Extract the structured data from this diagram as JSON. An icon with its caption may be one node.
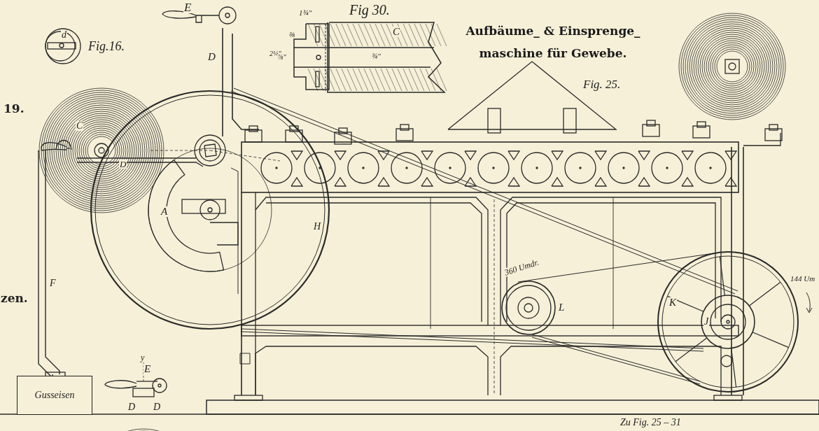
{
  "diagram": {
    "title": "Aufbäume_ & Einsprenge_ maschine für Gewebe.",
    "nodes": [
      {
        "text": [
          "Gusseisen"
        ]
      }
    ],
    "labels": [
      "E",
      "Fig 30.",
      "1¾\"",
      "⅜",
      "C",
      "D",
      "Fig.16.",
      "d",
      "2¼\"",
      "⅞\"",
      "¾\"",
      "Fig. 25.",
      "19.",
      "C",
      "D",
      "A",
      "H",
      "zen.",
      "F",
      "360 Umdr.",
      "L",
      "K",
      "J",
      "144 Um",
      "E",
      "y",
      "D",
      "D",
      "Zu Fig. 25 – 31"
    ]
  }
}
